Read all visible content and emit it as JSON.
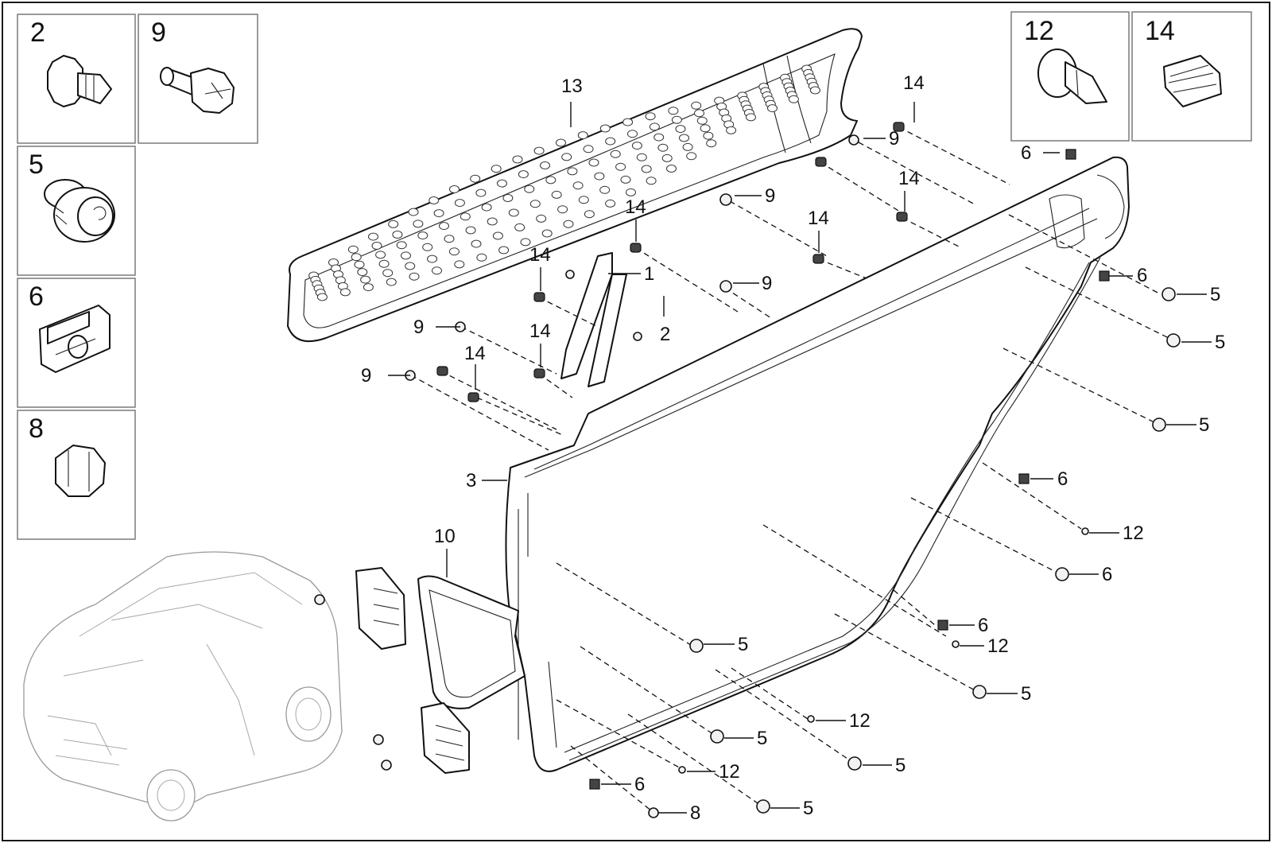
{
  "legend_boxes": [
    {
      "num": "2",
      "part": "screw-clip"
    },
    {
      "num": "9",
      "part": "screw"
    },
    {
      "num": "5",
      "part": "push-rivet"
    },
    {
      "num": "6",
      "part": "u-nut-clip"
    },
    {
      "num": "8",
      "part": "plug"
    },
    {
      "num": "12",
      "part": "rivet"
    },
    {
      "num": "14",
      "part": "spring-clip"
    }
  ],
  "callouts": {
    "c13": "13",
    "c14a": "14",
    "c9a": "9",
    "c14b": "14",
    "c6a": "6",
    "c14c": "14",
    "c9b": "9",
    "c14d": "14",
    "c14e": "14",
    "c1": "1",
    "c9c": "9",
    "c2": "2",
    "c6b": "6",
    "c5a": "5",
    "c9d": "9",
    "c14f": "14",
    "c5b": "5",
    "c9e": "9",
    "c14g": "14",
    "c5c": "5",
    "c3": "3",
    "c6c": "6",
    "c12a": "12",
    "c10": "10",
    "c6d": "6",
    "c6e": "6",
    "c5d": "5",
    "c12b": "12",
    "c5e": "5",
    "c12c": "12",
    "c5f": "5",
    "c5g": "5",
    "c12d": "12",
    "c6f": "6",
    "c5h": "5",
    "c8": "8"
  }
}
